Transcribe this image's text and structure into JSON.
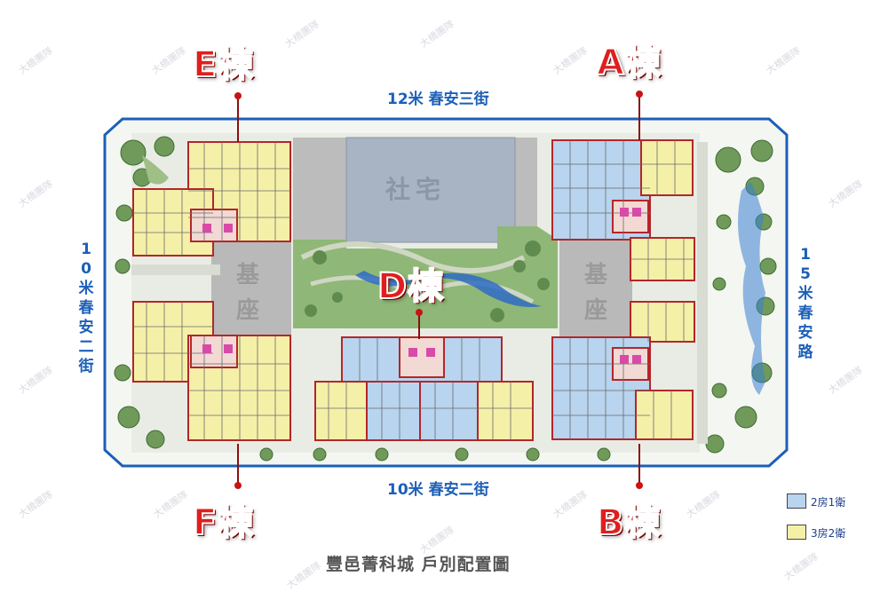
{
  "buildings": {
    "a": "A棟",
    "b": "B棟",
    "d": "D棟",
    "e": "E棟",
    "f": "F棟"
  },
  "streets": {
    "north": "12米 春安三街",
    "south": "10米 春安二街",
    "west": "10米春安二街",
    "east": "15米春安路"
  },
  "areas": {
    "social_housing": "社宅",
    "podium_left": "基座",
    "podium_right": "基座"
  },
  "legend": [
    {
      "label": "2房1衛",
      "color": "#b8d4ef"
    },
    {
      "label": "3房2衛",
      "color": "#f5f0a8"
    }
  ],
  "caption": "豐邑菁科城 戶別配置圖",
  "watermark": "大橋團隊",
  "colors": {
    "unit_2br": "#b8d4ef",
    "unit_3br": "#f5f0a8",
    "podium": "#b8b8b8",
    "site_border": "#1c5fb8",
    "label_red": "#e01e1e"
  }
}
